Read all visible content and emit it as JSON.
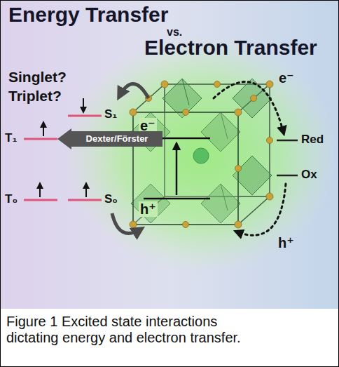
{
  "diagram": {
    "caption": "Figure 1 Excited state interactions dictating energy and electron transfer.",
    "nodes": [
      {
        "text": [
          "e⁻",
          "h⁺"
        ]
      },
      {
        "text": [
          "Dexter/Förster"
        ]
      }
    ],
    "labels": [
      "Energy Transfer",
      "vs.",
      "Electron Transfer",
      "Singlet?",
      "Triplet?",
      "S₁",
      "e⁻",
      "T₁",
      "Red",
      "Ox",
      "T₀",
      "S₀",
      "h⁺"
    ]
  }
}
